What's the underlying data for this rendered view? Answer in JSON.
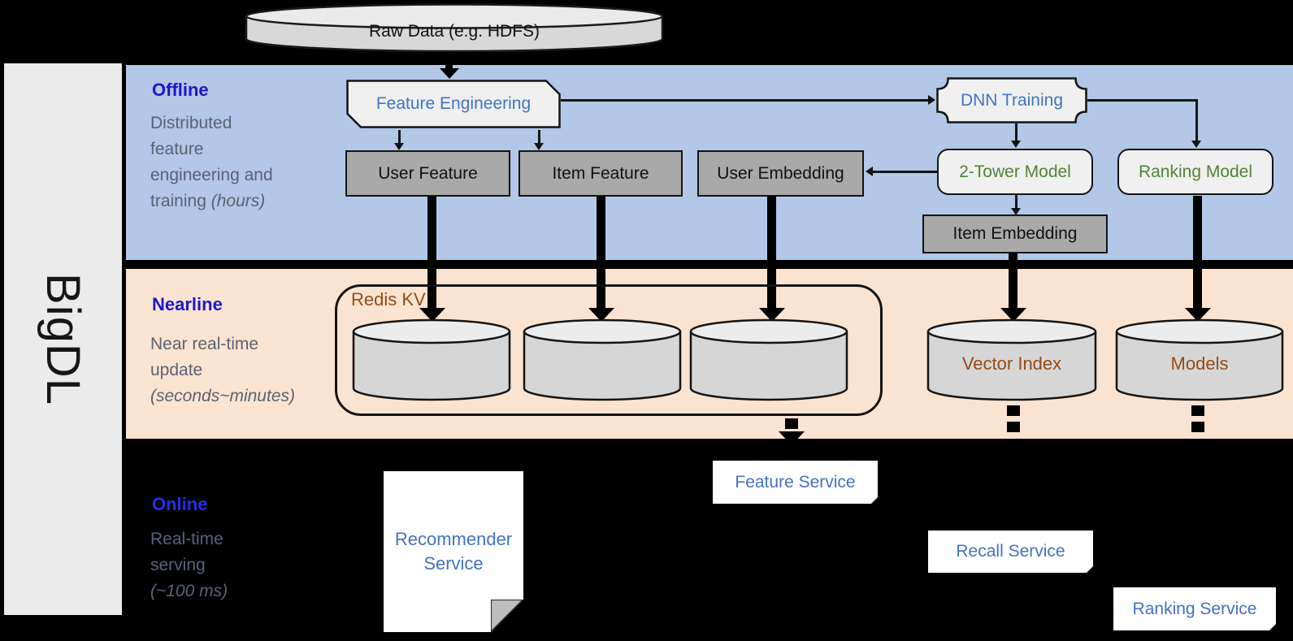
{
  "sidebar": {
    "brand": "BigDL"
  },
  "datastore": {
    "raw_data": "Raw Data (e.g. HDFS)"
  },
  "offline": {
    "title": "Offline",
    "desc1": "Distributed",
    "desc2": "feature",
    "desc3": "engineering and",
    "desc4_plain": "training ",
    "desc4_italic": "(hours)",
    "feature_engineering": "Feature Engineering",
    "dnn_training": "DNN Training",
    "user_feature": "User Feature",
    "item_feature": "Item Feature",
    "user_embedding": "User Embedding",
    "two_tower_model": "2-Tower Model",
    "ranking_model": "Ranking Model",
    "item_embedding": "Item Embedding"
  },
  "nearline": {
    "title": "Nearline",
    "desc1": "Near real-time",
    "desc2": "update",
    "desc3_italic": "(seconds~minutes)",
    "redis_kv": "Redis KV",
    "vector_index": "Vector Index",
    "models": "Models"
  },
  "online": {
    "title": "Online",
    "desc1": "Real-time",
    "desc2": "serving",
    "desc3_italic": "(~100 ms)",
    "recommender_line1": "Recommender",
    "recommender_line2": "Service",
    "feature_service": "Feature Service",
    "recall_service": "Recall Service",
    "ranking_service": "Ranking Service"
  },
  "colors": {
    "offline_band": "#b3c7e8",
    "nearline_band": "#fbe3d1",
    "online_band": "#000000",
    "sidebar_fill": "#ebebeb",
    "section_title_blue": "#1a17cd",
    "online_title_blue": "#2030e8",
    "desc_gray": "#596274",
    "box_text_blue": "#4472c4",
    "box_text_green": "#548235",
    "db_text_brown": "#964a16",
    "gray_box_fill": "#a9a9a9",
    "light_box_fill": "#f0f0f0"
  }
}
